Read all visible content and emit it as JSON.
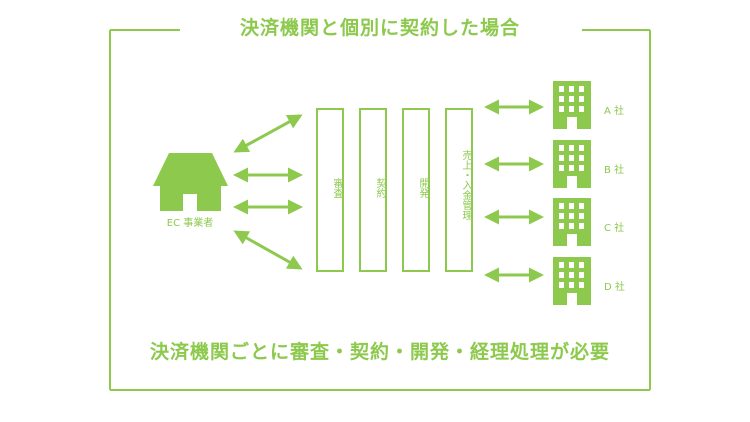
{
  "title": "決済機関と個別に契約した場合",
  "footer": "決済機関ごとに審査・契約・開発・経理処理が必要",
  "ec_operator": "EC 事業者",
  "processes": [
    "審査",
    "契約",
    "開発",
    "売上・入金管理"
  ],
  "companies": [
    "A 社",
    "B 社",
    "C 社",
    "D 社"
  ],
  "colors": {
    "accent": "#8dc94d"
  },
  "icons": {
    "ec_operator": "house-icon",
    "company": "building-icon",
    "connector": "double-arrow-icon"
  }
}
